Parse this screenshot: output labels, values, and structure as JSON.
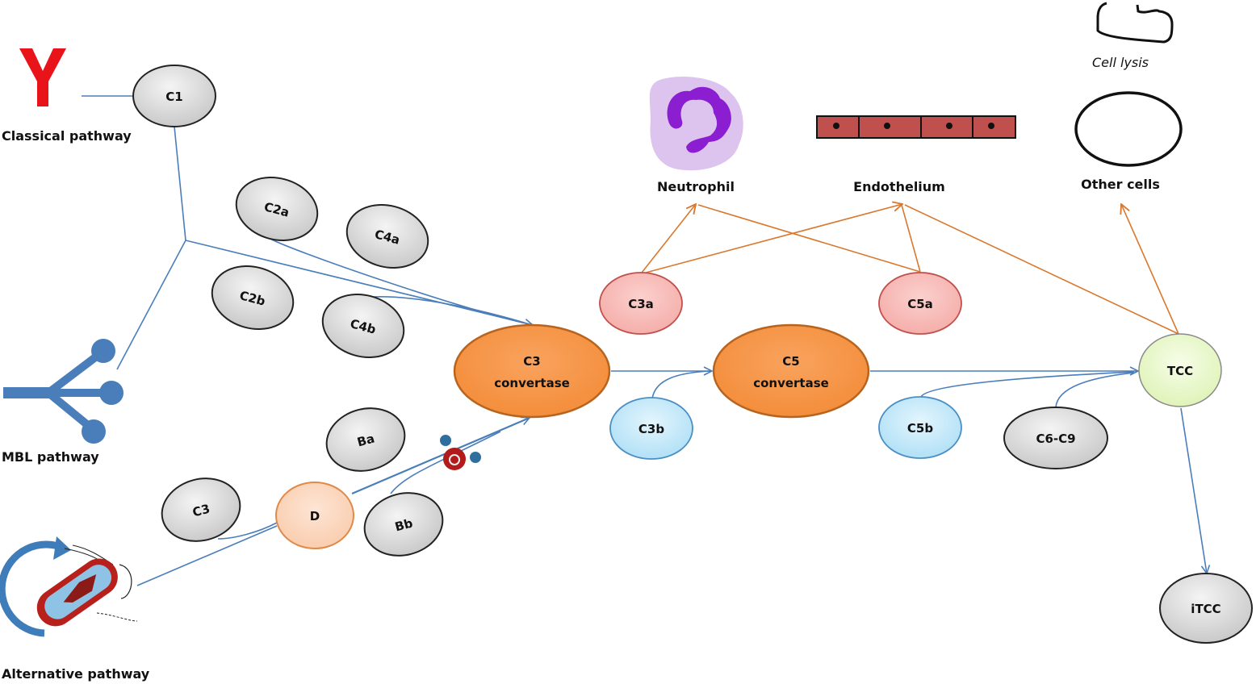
{
  "title": "Complement activation pathways",
  "colors": {
    "pathway_line": "#4a7ebb",
    "effect_line": "#d9782f",
    "antibody": "#e8141a",
    "mbl": "#4a7ebb",
    "grey_node": "#d4d4d4",
    "convertase": "#f79646",
    "anaphylatoxin": "#f7b6b3",
    "fragment_b": "#b7e4f8",
    "factor_d": "#fbd2b8",
    "tcc": "#e4f7c2",
    "endothelium": "#c0504d",
    "neutrophil_cytoplasm": "#dcc4ee",
    "neutrophil_nucleus": "#8a1ed0"
  },
  "pathways": {
    "classical": "Classical pathway",
    "mbl": "MBL pathway",
    "alternative": "Alternative pathway"
  },
  "nodes": {
    "c1": "C1",
    "c2a": "C2a",
    "c4a": "C4a",
    "c2b": "C2b",
    "c4b": "C4b",
    "c3_convertase_line1": "C3",
    "c3_convertase_line2": "convertase",
    "c5_convertase_line1": "C5",
    "c5_convertase_line2": "convertase",
    "ba": "Ba",
    "bb": "Bb",
    "c3": "C3",
    "d": "D",
    "c3a": "C3a",
    "c3b": "C3b",
    "c5a": "C5a",
    "c5b": "C5b",
    "c6_c9": "C6-C9",
    "tcc": "TCC",
    "itcc": "iTCC"
  },
  "targets": {
    "neutrophil": "Neutrophil",
    "endothelium": "Endothelium",
    "other_cells": "Other cells",
    "cell_lysis": "Cell lysis"
  },
  "icons": {
    "antibody": "antibody-y-icon",
    "mbl": "mannose-binding-lectin-icon",
    "bacterium": "bacterium-icon",
    "water": "water-molecule-icon",
    "neutrophil": "neutrophil-cell-icon",
    "endothelium": "endothelium-cells-icon",
    "lysed_cell": "lysed-cell-icon",
    "intact_cell": "intact-cell-icon"
  }
}
